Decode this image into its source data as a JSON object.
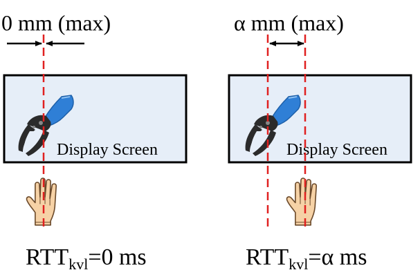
{
  "colors": {
    "screen_fill": "#e6eef8",
    "screen_stroke": "#000000",
    "dash": "#e02020",
    "arm_blue": "#2f7fd6",
    "gripper": "#2b2b2b",
    "hand_skin": "#f6d2a6",
    "hand_outline": "#6b4a2b"
  },
  "panels": [
    {
      "id": "left",
      "top_label": "0 mm (max)",
      "screen_label": "Display Screen",
      "rtt": {
        "main": "RTT",
        "sub": "kvl",
        "value": "=0 ms"
      },
      "offset_value": 0
    },
    {
      "id": "right",
      "top_label": "α mm (max)",
      "screen_label": "Display Screen",
      "rtt": {
        "main": "RTT",
        "sub": "kvl",
        "value": "=α ms"
      },
      "offset_value": "α"
    }
  ],
  "icons": {
    "robot": "robot-gripper-icon",
    "hand": "hand-icon",
    "arrow": "arrow-icon"
  }
}
